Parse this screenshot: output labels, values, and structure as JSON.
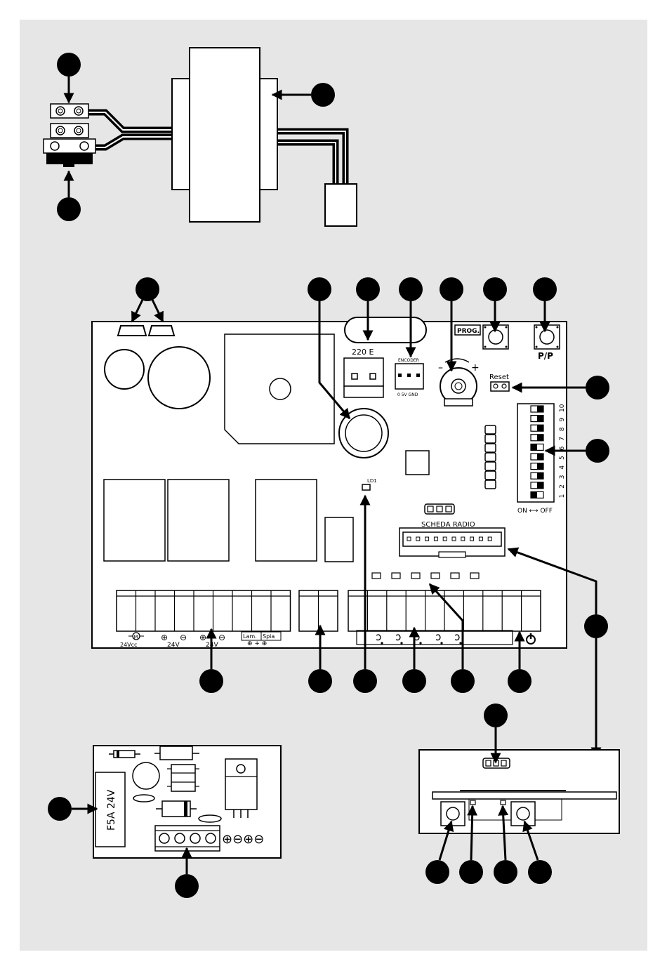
{
  "colors": {
    "panel": "#e6e6e6",
    "ink": "#000000",
    "paper": "#ffffff"
  },
  "main_board": {
    "label_220": "220 E",
    "encoder_title": "ENCODER",
    "encoder_pins": "0  5V GND",
    "prog_label": "PROG.",
    "pp_label": "P/P",
    "reset_label": "Reset",
    "ld1_label": "LD1",
    "radio_label": "SCHEDA RADIO",
    "on_off_label": "ON ⟷ OFF",
    "dip_numbers": [
      "1",
      "2",
      "3",
      "4",
      "5",
      "6",
      "7",
      "8",
      "9",
      "10"
    ],
    "dip_states": [
      "on",
      "off",
      "off",
      "off",
      "off",
      "on",
      "off",
      "off",
      "off",
      "off"
    ],
    "term_24vcc": "24Vcc",
    "term_24v_a": "24V",
    "term_24v_b": "24V",
    "term_lam": "Lam.",
    "term_spia": "Spia"
  },
  "power_board": {
    "fuse_label": "F5A 24V"
  }
}
